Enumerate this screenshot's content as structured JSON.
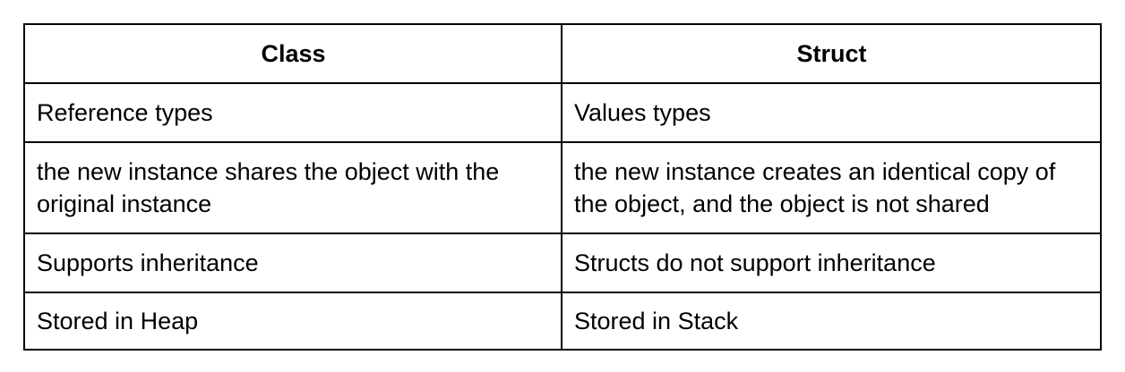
{
  "table": {
    "headers": [
      "Class",
      "Struct"
    ],
    "rows": [
      [
        "Reference types",
        "Values types"
      ],
      [
        "the new instance shares the object with the original instance",
        "the new instance creates an identical copy of the object, and the object is not shared"
      ],
      [
        "Supports inheritance",
        "Structs do not support inheritance"
      ],
      [
        "Stored in Heap",
        "Stored in Stack"
      ]
    ]
  }
}
